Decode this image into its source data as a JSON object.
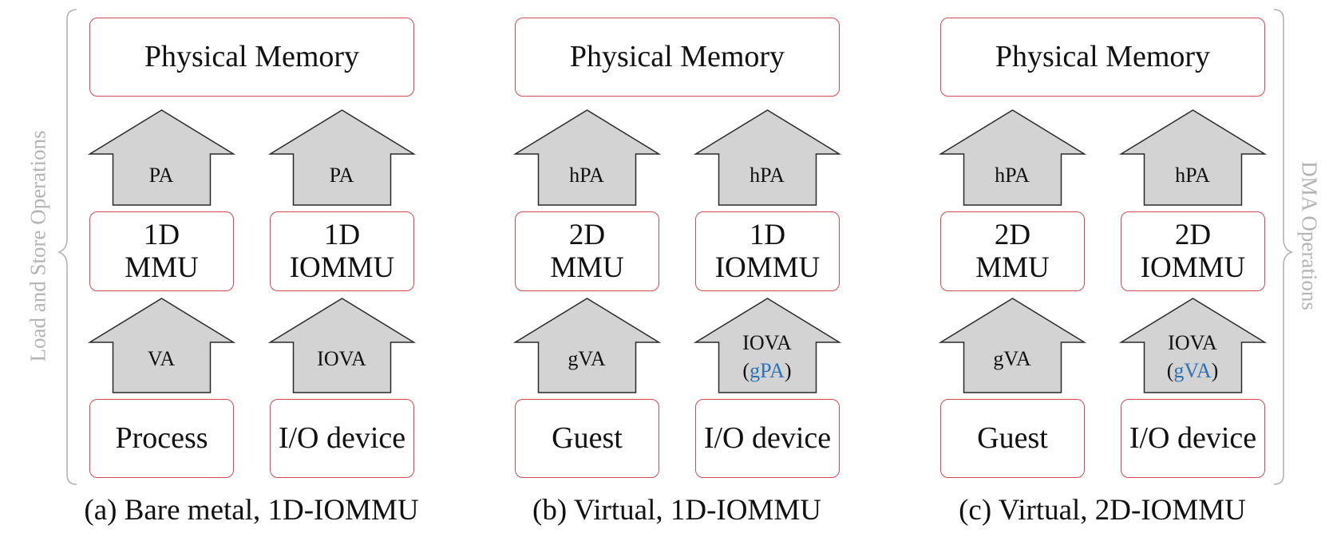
{
  "side_labels": {
    "left": "Load and Store Operations",
    "right": "DMA Operations"
  },
  "panels": [
    {
      "caption": "(a) Bare metal, 1D-IOMMU",
      "memory": "Physical Memory",
      "left_column": {
        "top_arrow": "PA",
        "unit_line1": "1D",
        "unit_line2": "MMU",
        "bottom_arrow": "VA",
        "source": "Process"
      },
      "right_column": {
        "top_arrow": "PA",
        "unit_line1": "1D",
        "unit_line2": "IOMMU",
        "bottom_arrow": "IOVA",
        "bottom_arrow_sub": "",
        "source": "I/O device"
      }
    },
    {
      "caption": "(b) Virtual, 1D-IOMMU",
      "memory": "Physical Memory",
      "left_column": {
        "top_arrow": "hPA",
        "unit_line1": "2D",
        "unit_line2": "MMU",
        "bottom_arrow": "gVA",
        "source": "Guest"
      },
      "right_column": {
        "top_arrow": "hPA",
        "unit_line1": "1D",
        "unit_line2": "IOMMU",
        "bottom_arrow": "IOVA",
        "bottom_arrow_sub": "gPA",
        "source": "I/O device"
      }
    },
    {
      "caption": "(c) Virtual, 2D-IOMMU",
      "memory": "Physical Memory",
      "left_column": {
        "top_arrow": "hPA",
        "unit_line1": "2D",
        "unit_line2": "MMU",
        "bottom_arrow": "gVA",
        "source": "Guest"
      },
      "right_column": {
        "top_arrow": "hPA",
        "unit_line1": "2D",
        "unit_line2": "IOMMU",
        "bottom_arrow": "IOVA",
        "bottom_arrow_sub": "gVA",
        "source": "I/O device"
      }
    }
  ],
  "colors": {
    "box_border": "#d24a52",
    "arrow_fill": "#d3d3d3",
    "arrow_stroke": "#2a2a2a",
    "highlight_text": "#2a73b8",
    "bracket": "#b4b4b4"
  }
}
